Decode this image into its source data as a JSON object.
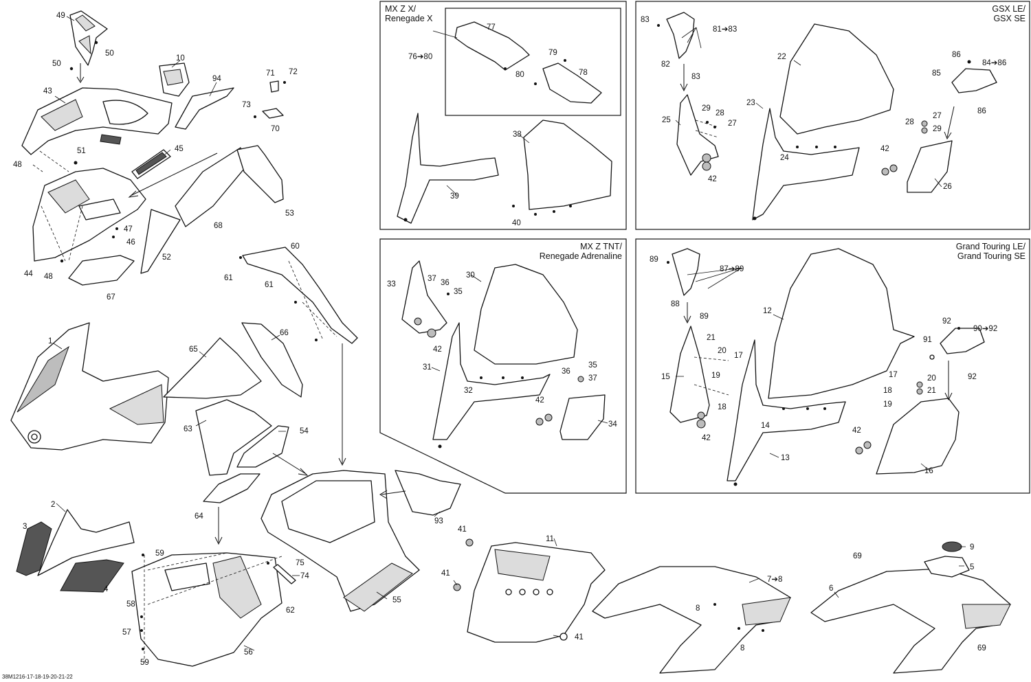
{
  "diagram_code": "38M1216-17-18-19-20-21-22",
  "insets": {
    "mxzx": {
      "title_line1": "MX Z X/",
      "title_line2": "Renegade X"
    },
    "gsx": {
      "title_line1": "GSX LE/",
      "title_line2": "GSX SE"
    },
    "tnt": {
      "title_line1": "MX Z TNT/",
      "title_line2": "Renegade Adrenaline"
    },
    "gt": {
      "title_line1": "Grand Touring LE/",
      "title_line2": "Grand Touring SE"
    }
  },
  "callouts": {
    "c1": "1",
    "c2": "2",
    "c3": "3",
    "c4": "4",
    "c5": "5",
    "c6": "6",
    "c7": "7➔8",
    "c8a": "8",
    "c8b": "8",
    "c9": "9",
    "c10": "10",
    "c11": "11",
    "c12": "12",
    "c13": "13",
    "c14": "14",
    "c15": "15",
    "c16": "16",
    "c17a": "17",
    "c17b": "17",
    "c18a": "18",
    "c18b": "18",
    "c19a": "19",
    "c19b": "19",
    "c20a": "20",
    "c20b": "20",
    "c21a": "21",
    "c21b": "21",
    "c22": "22",
    "c23": "23",
    "c24": "24",
    "c25": "25",
    "c26": "26",
    "c27a": "27",
    "c27b": "27",
    "c28a": "28",
    "c28b": "28",
    "c29a": "29",
    "c29b": "29",
    "c30": "30",
    "c31": "31",
    "c32": "32",
    "c33": "33",
    "c34": "34",
    "c35a": "35",
    "c35b": "35",
    "c36a": "36",
    "c36b": "36",
    "c37a": "37",
    "c37b": "37",
    "c38": "38",
    "c39": "39",
    "c40": "40",
    "c41a": "41",
    "c41b": "41",
    "c41c": "41",
    "c42a": "42",
    "c42b": "42",
    "c42c": "42",
    "c42d": "42",
    "c42e": "42",
    "c42f": "42",
    "c43": "43",
    "c44": "44",
    "c45": "45",
    "c46": "46",
    "c47": "47",
    "c48a": "48",
    "c48b": "48",
    "c49": "49",
    "c50a": "50",
    "c50b": "50",
    "c51": "51",
    "c52": "52",
    "c53": "53",
    "c54": "54",
    "c55": "55",
    "c56": "56",
    "c57": "57",
    "c58": "58",
    "c59a": "59",
    "c59b": "59",
    "c60": "60",
    "c61a": "61",
    "c61b": "61",
    "c62": "62",
    "c63": "63",
    "c64": "64",
    "c65": "65",
    "c66": "66",
    "c67": "67",
    "c68": "68",
    "c69a": "69",
    "c69b": "69",
    "c70": "70",
    "c71": "71",
    "c72": "72",
    "c73": "73",
    "c74": "74",
    "c75": "75",
    "c76": "76➔80",
    "c77": "77",
    "c78": "78",
    "c79": "79",
    "c80": "80",
    "c81": "81➔83",
    "c82": "82",
    "c83a": "83",
    "c83b": "83",
    "c84": "84➔86",
    "c85": "85",
    "c86a": "86",
    "c86b": "86",
    "c87": "87➔89",
    "c88": "88",
    "c89a": "89",
    "c89b": "89",
    "c90": "90➔92",
    "c91": "91",
    "c92a": "92",
    "c92b": "92",
    "c93": "93",
    "c94": "94"
  }
}
